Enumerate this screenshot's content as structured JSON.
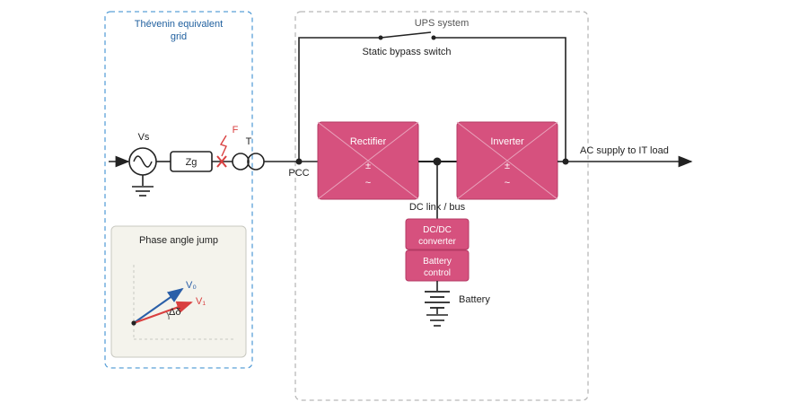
{
  "thevenin": {
    "title_line1": "Thévenin equivalent",
    "title_line2": "grid",
    "source_label": "Vs",
    "impedance_label": "Zg",
    "fault_label": "F",
    "transformer_label": "T"
  },
  "phase": {
    "title": "Phase angle jump",
    "v0_label": "V₀",
    "v1_label": "V₁",
    "delta_label": "Δδ"
  },
  "ups": {
    "title": "UPS system",
    "bypass_label": "Static bypass switch",
    "pcc_label": "PCC",
    "rectifier_label": "Rectifier",
    "rectifier_top_symbol": "±",
    "rectifier_bottom_symbol": "~",
    "inverter_label": "Inverter",
    "inverter_top_symbol": "±",
    "inverter_bottom_symbol": "~",
    "dc_link_label": "DC link / bus",
    "dcdc_line1": "DC/DC",
    "dcdc_line2": "converter",
    "battctl_line1": "Battery",
    "battctl_line2": "control",
    "battery_label": "Battery",
    "output_label": "AC supply to IT load"
  },
  "colors": {
    "block_fill": "#d6517e",
    "block_stroke": "#b43a64",
    "fault_red": "#d94040",
    "v0_blue": "#2a5fa8",
    "v1_red": "#d94040",
    "grid_box_stroke": "#5aa0d8",
    "ups_box_stroke": "#b8b8b8",
    "phase_panel_fill": "#f4f3ec"
  }
}
